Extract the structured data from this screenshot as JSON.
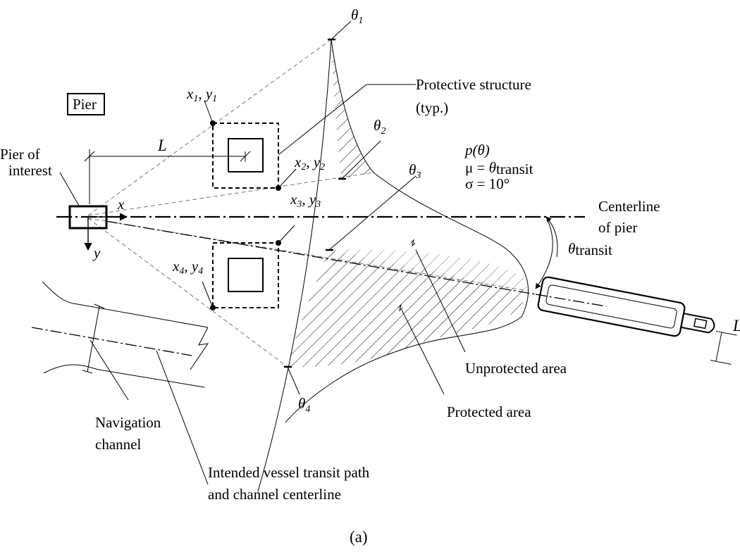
{
  "labels": {
    "theta1": "θ",
    "theta1_sub": "1",
    "theta2": "θ",
    "theta2_sub": "2",
    "theta3": "θ",
    "theta3_sub": "3",
    "theta4": "θ",
    "theta4_sub": "4",
    "protective_structure_line1": "Protective structure",
    "protective_structure_line2": "(typ.)",
    "pier_box": "Pier",
    "pier_of_interest_line1": "Pier of",
    "pier_of_interest_line2": "interest",
    "L": "L",
    "x1y1": {
      "x": "x",
      "xs": "1",
      "sep": ", ",
      "y": "y",
      "ys": "1"
    },
    "x2y2": {
      "x": "x",
      "xs": "2",
      "sep": ", ",
      "y": "y",
      "ys": "2"
    },
    "x3y3": {
      "x": "x",
      "xs": "3",
      "sep": ", ",
      "y": "y",
      "ys": "3"
    },
    "x4y4": {
      "x": "x",
      "xs": "4",
      "sep": ", ",
      "y": "y",
      "ys": "4"
    },
    "axis_x": "x",
    "axis_y": "y",
    "p_theta": "p(θ)",
    "mu": "μ = ",
    "mu_theta": "θ",
    "mu_sub": "transit",
    "sigma": "σ = 10°",
    "centerline_line1": "Centerline",
    "centerline_line2": "of pier",
    "theta_transit": "θ",
    "theta_transit_sub": "transit",
    "unprotected_area": "Unprotected area",
    "protected_area": "Protected area",
    "navigation_channel_line1": "Navigation",
    "navigation_channel_line2": "channel",
    "vessel_path_line1": "Intended vessel transit path",
    "vessel_path_line2": "and channel centerline",
    "vessel_dim": "L",
    "caption": "(a)"
  }
}
